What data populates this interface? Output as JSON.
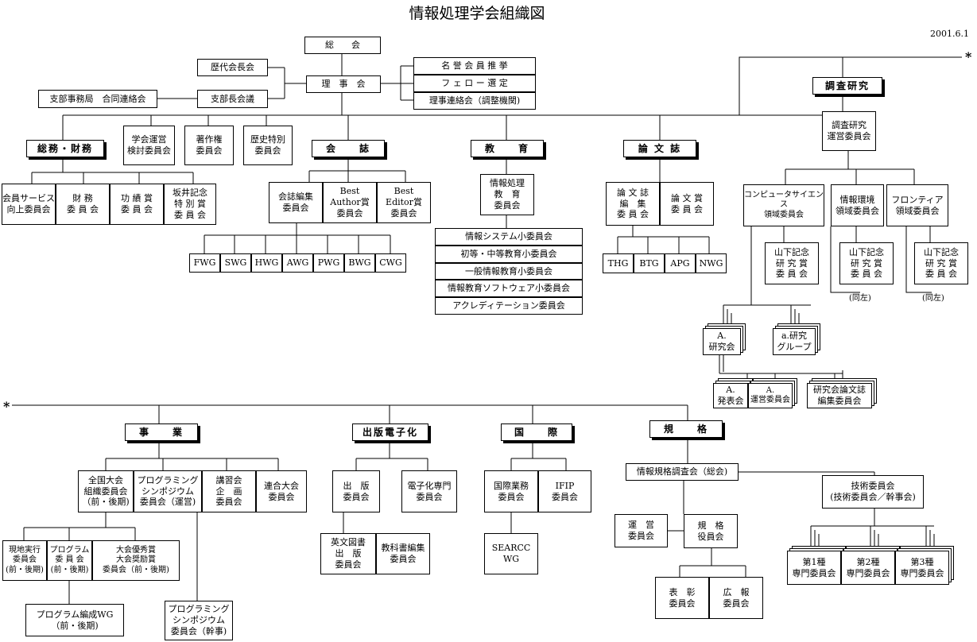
{
  "title": "情報処理学会組織図",
  "date": "2001.6.1",
  "continuation_mark": "*",
  "nodes": {
    "soukai": "総　　会",
    "rijikai": "理　事　会",
    "rekidai": "歴代会長会",
    "shibuchou": "支部長会議",
    "shibu_jimu": "支部事務局　合同連絡会",
    "meiyo": "名 誉 会 員 推 挙",
    "fellow": "フ ェ ロ ー 選 定",
    "rijirenraku": "理事連絡会（調整機関)",
    "soumu": "総務・財務",
    "gakkai_unei": "学会運営\n検討委員会",
    "chosakuken": "著作権\n委員会",
    "rekishi": "歴史特別\n委員会",
    "kaishi": "会　　誌",
    "kyouiku": "教　　育",
    "ronbunshi": "論 文 誌",
    "chousa": "調査研究",
    "kaiin_service": "会員サービス\n向上委員会",
    "zaimu": "財 務\n委 員 会",
    "kouseki": "功 績 賞\n委 員 会",
    "sakai": "坂井記念\n特 別 賞\n委 員 会",
    "kaishi_henshu": "会誌編集\n委員会",
    "best_author": "Best\nAuthor賞\n委員会",
    "best_editor": "Best\nEditor賞\n委員会",
    "wg_fwg": "FWG",
    "wg_swg": "SWG",
    "wg_hwg": "HWG",
    "wg_awg": "AWG",
    "wg_pwg": "PWG",
    "wg_bwg": "BWG",
    "wg_cwg": "CWG",
    "jouhou_kyouiku": "情報処理\n教　育\n委員会",
    "ed_system": "情報システム小委員会",
    "ed_shochu": "初等・中等教育小委員会",
    "ed_ippan": "一般情報教育小委員会",
    "ed_software": "情報教育ソフトウェア小委員会",
    "ed_accredit": "アクレディテーション委員会",
    "ronbun_henshu": "論 文 誌\n編　集\n委 員 会",
    "ronbun_shou": "論 文 賞\n委 員 会",
    "thg": "THG",
    "btg": "BTG",
    "apg": "APG",
    "nwg": "NWG",
    "chousa_unei": "調査研究\n運営委員会",
    "cs_ryouiki": "コンピュータサイエンス\n領域委員会",
    "kankyou": "情報環境\n領域委員会",
    "frontier": "フロンティア\n領域委員会",
    "yamashita1": "山下記念\n研 究 賞\n委 員 会",
    "yamashita2": "山下記念\n研 究 賞\n委 員 会",
    "yamashita3": "山下記念\n研 究 賞\n委 員 会",
    "douza1": "(同左)",
    "douza2": "(同左)",
    "a_kenkyukai": "A.\n研究会",
    "a_kenkyu_group": "a.研究\nグループ",
    "a_happyou": "A.\n発表会",
    "a_unei": "A.\n運営委員会",
    "kenkyukai_ronbun": "研究会論文誌\n編集委員会",
    "jigyou": "事　　業",
    "shuppan_denshi": "出版電子化",
    "kokusai": "国　　際",
    "kikaku": "規　　格",
    "zenkoku": "全国大会\n組織委員会\n（前・後期)",
    "prog_sympo": "プログラミング\nシンポジウム\n委員会（運営)",
    "koushuukai": "講習会\n企　画\n委員会",
    "rengou": "連合大会\n委員会",
    "genchi": "現地実行\n委員会\n(前・後期)",
    "program_iinkai": "プログラム\n委 員 会\n(前・後期)",
    "yuushuu": "大会優秀賞\n大会奨励賞\n委員会（前・後期)",
    "program_wg": "プログラム編成WG\n（前・後期)",
    "prog_sympo_kanji": "プログラミング\nシンポジウム\n委員会（幹事)",
    "shuppan": "出　版\n委員会",
    "denshika": "電子化専門\n委員会",
    "yobun": "英文図書\n出　版\n委員会",
    "kyoukasho": "教科書編集\n委員会",
    "kokusai_gyoumu": "国際業務\n委員会",
    "ifip": "IFIP\n委員会",
    "searcc": "SEARCC\nWG",
    "jouhou_kikaku": "情報規格調査会（総会)",
    "gijutsu": "技術委員会\n(技術委員会／幹事会)",
    "unei_iinkai": "運　営\n委員会",
    "kikaku_yakuin": "規　格\n役員会",
    "hyoushou": "表　彰\n委員会",
    "kouhou": "広　報\n委員会",
    "senmon1": "第1種\n専門委員会",
    "senmon2": "第2種\n専門委員会",
    "senmon3": "第3種\n専門委員会"
  }
}
